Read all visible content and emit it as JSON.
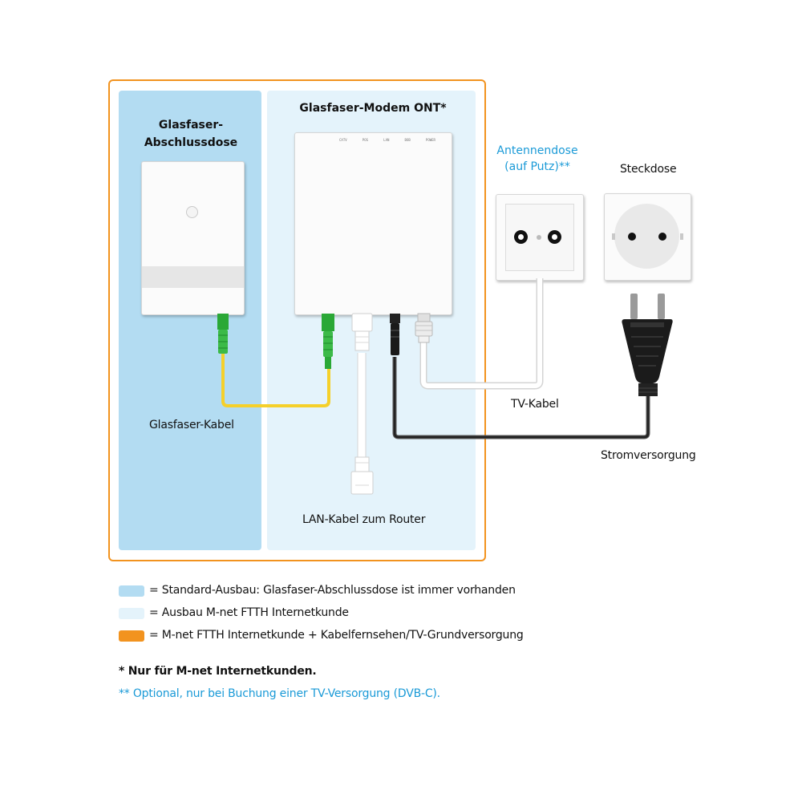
{
  "labels": {
    "glasfaser_abschlussdose": "Glasfaser-\nAbschlussdose",
    "glasfaser_modem": "Glasfaser-Modem ONT*",
    "antennendose": "Antennendose\n(auf Putz)**",
    "steckdose": "Steckdose",
    "glasfaser_kabel": "Glasfaser-Kabel",
    "lan_kabel": "LAN-Kabel zum Router",
    "tv_kabel": "TV-Kabel",
    "stromversorgung": "Stromversorgung"
  },
  "modem_ports": [
    "CATV",
    "POS",
    "LAN",
    "BOB",
    "POWER"
  ],
  "legend": [
    {
      "color": "#b3dcf2",
      "text": "= Standard-Ausbau: Glasfaser-Abschlussdose ist immer vorhanden"
    },
    {
      "color": "#e4f3fb",
      "text": "= Ausbau M-net FTTH Internetkunde"
    },
    {
      "color": "#f2931f",
      "text": "= M-net FTTH Internetkunde + Kabelfernsehen/TV-Grundversorgung"
    }
  ],
  "notes": {
    "note1": "* Nur für M-net Internetkunden.",
    "note2": "** Optional, nur bei Buchung einer TV-Versorgung (DVB-C)."
  },
  "colors": {
    "accent_blue": "#1a9ad7",
    "frame_orange": "#f2931f",
    "fiber_yellow": "#f5d02a",
    "connector_green": "#2aa836"
  }
}
